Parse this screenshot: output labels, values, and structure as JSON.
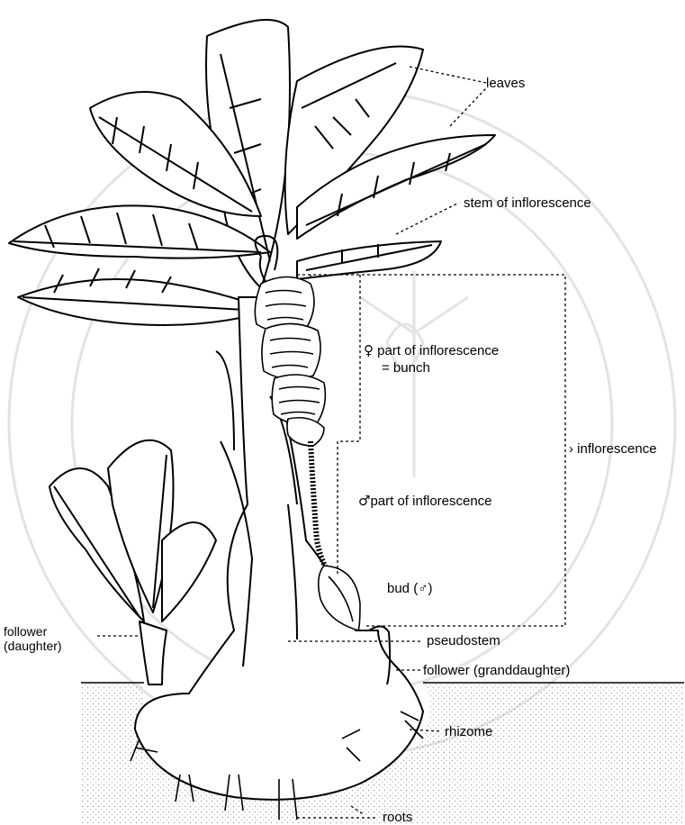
{
  "labels": {
    "leaves": "leaves",
    "stem_of_inflorescence": "stem of inflorescence",
    "female_part_line1": "part of inflorescence",
    "female_part_line2": "= bunch",
    "female_symbol": "♀",
    "inflorescence": "inflorescence",
    "male_part": "part of inflorescence",
    "male_symbol": "♂",
    "bud": "bud (♂)",
    "follower_daughter_line1": "follower",
    "follower_daughter_line2": "(daughter)",
    "pseudostem": "pseudostem",
    "follower_granddaughter": "follower (granddaughter)",
    "rhizome": "rhizome",
    "roots": "roots"
  },
  "colors": {
    "ink": "#000000",
    "soil": "#cfcfcf",
    "watermark": "#e6e6e6"
  }
}
